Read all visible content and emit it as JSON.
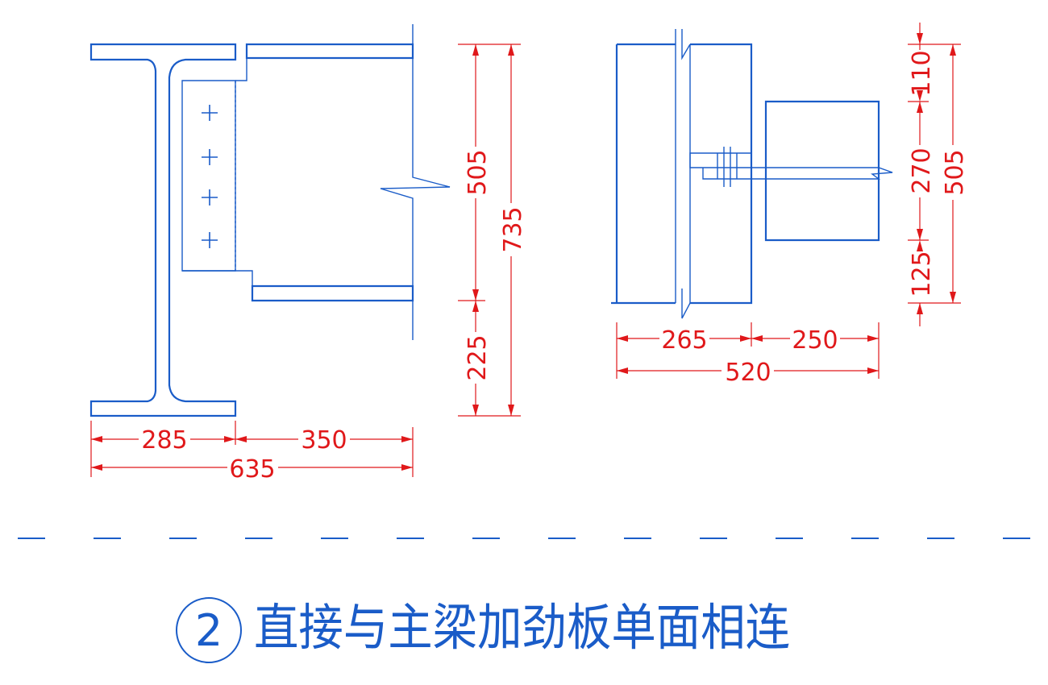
{
  "elevation_view": {
    "dims_horizontal": {
      "left": "285",
      "right": "350",
      "total": "635"
    },
    "dims_vertical": {
      "upper": "505",
      "lower": "225",
      "total": "735"
    }
  },
  "section_view": {
    "dims_horizontal": {
      "left": "265",
      "right": "250",
      "total": "520"
    },
    "dims_vertical": {
      "top": "110",
      "middle": "270",
      "bottom": "125",
      "total": "505"
    }
  },
  "title_block": {
    "detail_number": "2",
    "title": "直接与主梁加劲板单面相连"
  },
  "colors": {
    "steel": "#1a5cc8",
    "dimension": "#e0181a"
  }
}
